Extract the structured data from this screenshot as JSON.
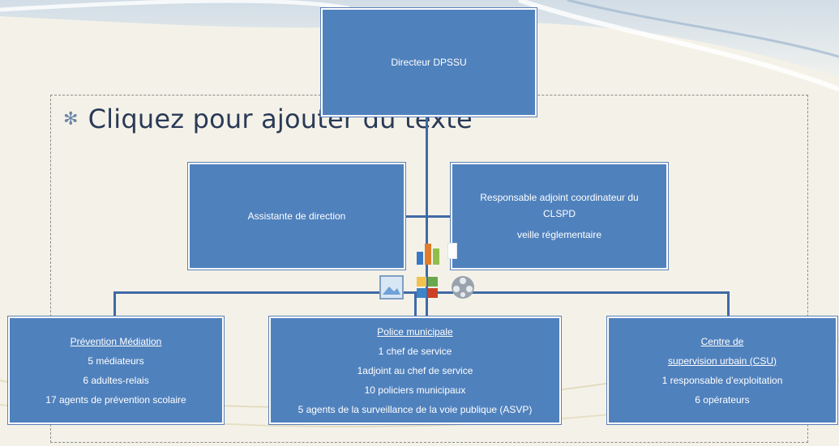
{
  "placeholder": {
    "text": "Cliquez pour ajouter du texte"
  },
  "org": {
    "director": "Directeur DPSSU",
    "assistant": "Assistante de direction",
    "deputy": {
      "line1": "Responsable adjoint coordinateur du",
      "line2": "CLSPD",
      "line3": "veille réglementaire"
    },
    "prevention": {
      "title": "Prévention Médiation",
      "line1": "5 médiateurs",
      "line2": "6 adultes-relais",
      "line3": "17 agents de prévention scolaire"
    },
    "police": {
      "title": "Police municipale",
      "line1": "1 chef de service",
      "line2": "1adjoint au chef de service",
      "line3": "10 policiers municipaux",
      "line4": "5 agents de la surveillance de la voie publique (ASVP)"
    },
    "csu": {
      "title1": "Centre de",
      "title2": "supervision urbain (CSU)",
      "line1": "1 responsable d’exploitation",
      "line2": "6 opérateurs"
    }
  },
  "icons": [
    "chart-icon",
    "table-icon",
    "picture-icon",
    "clipart-icon",
    "media-icon"
  ],
  "colors": {
    "node": "#4f81bd",
    "connector": "#3f6aa6",
    "text": "#ffffff"
  }
}
